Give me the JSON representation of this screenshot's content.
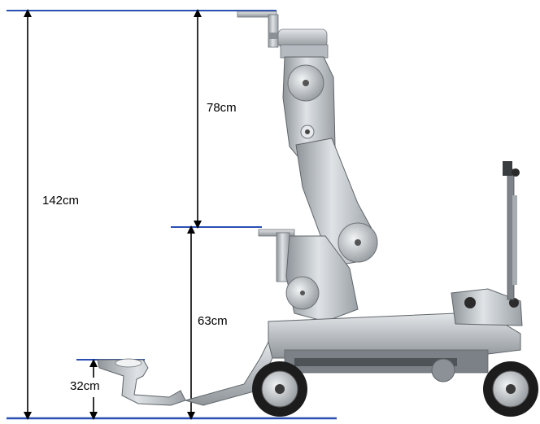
{
  "dimensions": {
    "total_height": "142cm",
    "arm_upper": "78cm",
    "arm_lower": "63cm",
    "base_low": "32cm"
  },
  "colors": {
    "reference_line": "#2a4fb3",
    "arrow": "#000000",
    "metal_light": "#d9dde0",
    "metal_mid": "#a9afb4",
    "metal_dark": "#6d7378",
    "tire": "#1c1c1c",
    "hub": "#c8ccd0"
  }
}
